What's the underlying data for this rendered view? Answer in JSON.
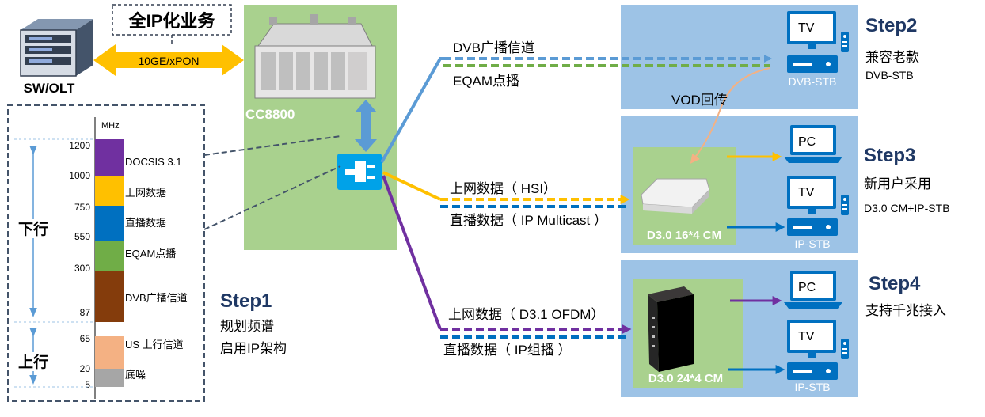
{
  "colors": {
    "green_panel": "#a9d18e",
    "blue_panel": "#9dc3e6",
    "arrow_orange": "#ffc000",
    "line_blue": "#5b9bd5",
    "line_dark_blue": "#0070c0",
    "line_green": "#70ad47",
    "line_purple": "#7030a0",
    "line_peach": "#f4b183",
    "step_title": "#1f3864",
    "band_docsis": "#7030a0",
    "band_hsi": "#ffc000",
    "band_multicast": "#0070c0",
    "band_eqam": "#70ad47",
    "band_dvb": "#843c0c",
    "band_us": "#f4b183",
    "band_noise": "#a6a6a6"
  },
  "olt": {
    "label": "SW/OLT",
    "icon": "server-rack-icon"
  },
  "service_box": {
    "label": "全IP化业务"
  },
  "link": {
    "label": "10GE/xPON"
  },
  "cc": {
    "label": "CC8800",
    "device_icon": "outdoor-amplifier-icon",
    "plug_icon": "plug-connector-icon"
  },
  "spectrum": {
    "unit": "MHz",
    "down_label": "下行",
    "up_label": "上行",
    "ticks": [
      "1200",
      "1000",
      "750",
      "550",
      "300",
      "87",
      "65",
      "20",
      "5"
    ],
    "bands": [
      {
        "name": "DOCSIS 3.1"
      },
      {
        "name": "上网数据"
      },
      {
        "name": "直播数据"
      },
      {
        "name": "EQAM点播"
      },
      {
        "name": "DVB广播信道"
      },
      {
        "name": "US 上行信道"
      },
      {
        "name": "底噪"
      }
    ]
  },
  "step1": {
    "title": "Step1",
    "line1": "规划频谱",
    "line2": "启用IP架构"
  },
  "step2": {
    "title": "Step2",
    "line1": "兼容老款",
    "line2": "DVB-STB"
  },
  "step3": {
    "title": "Step3",
    "line1": "新用户采用",
    "line2": "D3.0 CM+IP-STB"
  },
  "step4": {
    "title": "Step4",
    "line1": "支持千兆接入"
  },
  "flows": {
    "dvb": "DVB广播信道",
    "eqam": "EQAM点播",
    "hsi": "上网数据（ HSI）",
    "multicast": "直播数据（ IP Multicast ）",
    "ofdm": "上网数据（ D3.1 OFDM）",
    "ipmc": "直播数据（ IP组播 ）",
    "vod": "VOD回传"
  },
  "devices": {
    "dvb_stb": "DVB-STB",
    "cm30": "D3.0 16*4 CM",
    "cm31": "D3.0 24*4 CM",
    "ip_stb_1": "IP-STB",
    "ip_stb_2": "IP-STB",
    "tv1": "TV",
    "tv2": "TV",
    "tv3": "TV",
    "pc1": "PC",
    "pc2": "PC"
  }
}
